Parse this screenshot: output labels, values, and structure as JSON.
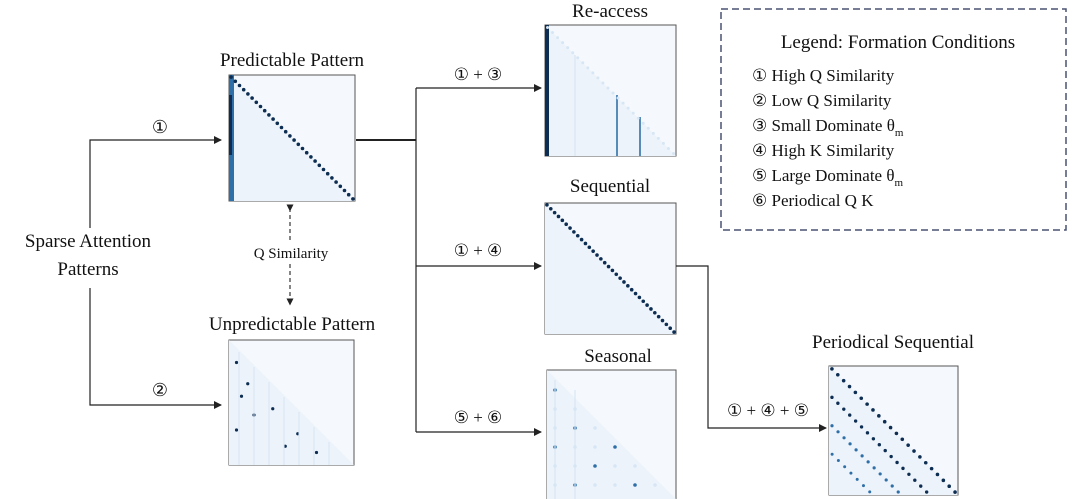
{
  "diagram": {
    "root_label_line1": "Sparse Attention",
    "root_label_line2": "Patterns",
    "q_similarity": "Q Similarity",
    "edges": {
      "root_to_predictable": "①",
      "root_to_unpredictable": "②",
      "to_reaccess": "① + ③",
      "to_sequential": "① + ④",
      "to_seasonal": "⑤ + ⑥",
      "to_periodical": "① + ④ + ⑤"
    },
    "nodes": {
      "predictable": "Predictable Pattern",
      "unpredictable": "Unpredictable Pattern",
      "reaccess": "Re-access",
      "sequential": "Sequential",
      "seasonal": "Seasonal",
      "periodical": "Periodical Sequential"
    }
  },
  "legend": {
    "title": "Legend: Formation Conditions",
    "items": [
      "① High Q Similarity",
      "② Low Q Similarity",
      "③ Small Dominate θ",
      "④ High K Similarity",
      "⑤ Large Dominate θ",
      "⑥ Periodical Q K"
    ],
    "theta_subscript": "m"
  },
  "colors": {
    "line": "#222222",
    "legend_border": "#4a5272",
    "heatmap_dark": "#0d2e52",
    "heatmap_mid": "#2f6fa8",
    "heatmap_light": "#d7e6f4",
    "heatmap_bg": "#f5f9fd"
  }
}
